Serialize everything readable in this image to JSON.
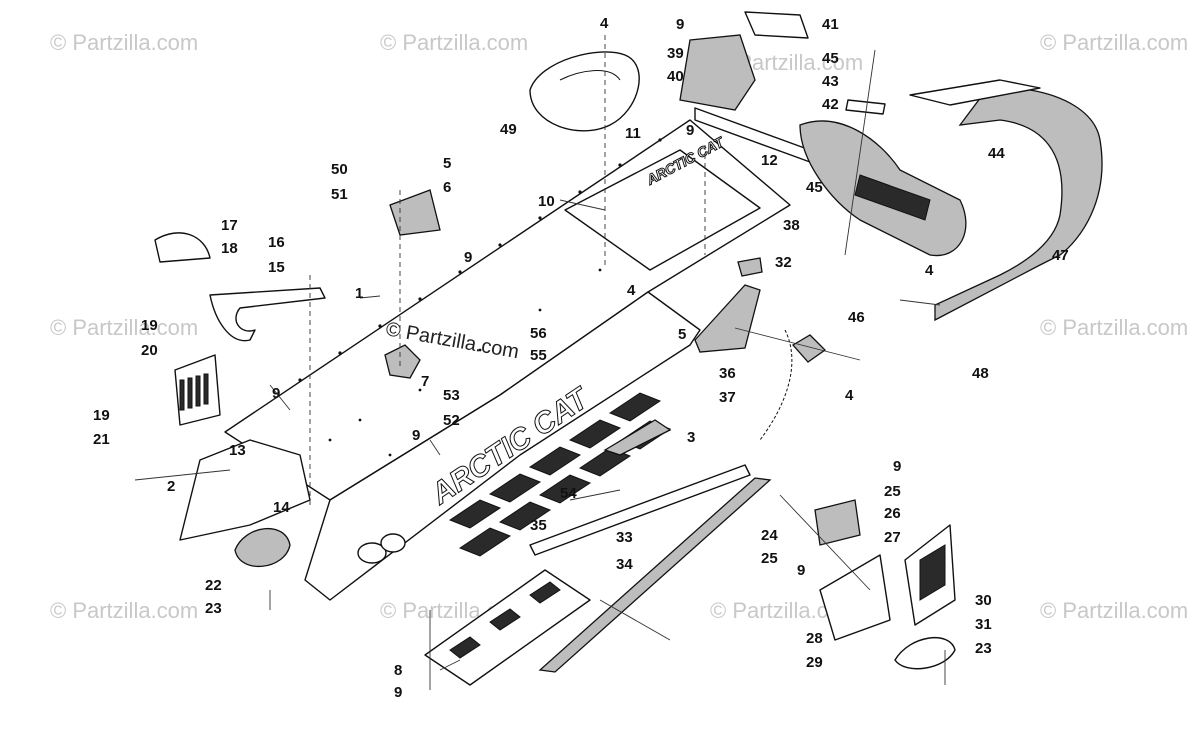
{
  "watermark": {
    "text": "© Partzilla.com",
    "center_text": "© Partzilla.com"
  },
  "branding": {
    "tunnel_logo": "ARCTIC CAT",
    "tunnel_top_logo": "ARCTIC CAT"
  },
  "callouts": [
    {
      "id": "c1",
      "label": "1"
    },
    {
      "id": "c2",
      "label": "2"
    },
    {
      "id": "c3",
      "label": "3"
    },
    {
      "id": "c4a",
      "label": "4"
    },
    {
      "id": "c4b",
      "label": "4"
    },
    {
      "id": "c4c",
      "label": "4"
    },
    {
      "id": "c4d",
      "label": "4"
    },
    {
      "id": "c5a",
      "label": "5"
    },
    {
      "id": "c5b",
      "label": "5"
    },
    {
      "id": "c6",
      "label": "6"
    },
    {
      "id": "c7",
      "label": "7"
    },
    {
      "id": "c8",
      "label": "8"
    },
    {
      "id": "c9a",
      "label": "9"
    },
    {
      "id": "c9b",
      "label": "9"
    },
    {
      "id": "c9c",
      "label": "9"
    },
    {
      "id": "c9d",
      "label": "9"
    },
    {
      "id": "c9e",
      "label": "9"
    },
    {
      "id": "c9f",
      "label": "9"
    },
    {
      "id": "c9g",
      "label": "9"
    },
    {
      "id": "c9h",
      "label": "9"
    },
    {
      "id": "c10",
      "label": "10"
    },
    {
      "id": "c11",
      "label": "11"
    },
    {
      "id": "c12",
      "label": "12"
    },
    {
      "id": "c13",
      "label": "13"
    },
    {
      "id": "c14",
      "label": "14"
    },
    {
      "id": "c15",
      "label": "15"
    },
    {
      "id": "c16",
      "label": "16"
    },
    {
      "id": "c17",
      "label": "17"
    },
    {
      "id": "c18",
      "label": "18"
    },
    {
      "id": "c19a",
      "label": "19"
    },
    {
      "id": "c19b",
      "label": "19"
    },
    {
      "id": "c20",
      "label": "20"
    },
    {
      "id": "c21",
      "label": "21"
    },
    {
      "id": "c22",
      "label": "22"
    },
    {
      "id": "c23a",
      "label": "23"
    },
    {
      "id": "c23b",
      "label": "23"
    },
    {
      "id": "c24",
      "label": "24"
    },
    {
      "id": "c25a",
      "label": "25"
    },
    {
      "id": "c25b",
      "label": "25"
    },
    {
      "id": "c26",
      "label": "26"
    },
    {
      "id": "c27",
      "label": "27"
    },
    {
      "id": "c28",
      "label": "28"
    },
    {
      "id": "c29",
      "label": "29"
    },
    {
      "id": "c30",
      "label": "30"
    },
    {
      "id": "c31",
      "label": "31"
    },
    {
      "id": "c32",
      "label": "32"
    },
    {
      "id": "c33",
      "label": "33"
    },
    {
      "id": "c34",
      "label": "34"
    },
    {
      "id": "c35",
      "label": "35"
    },
    {
      "id": "c36",
      "label": "36"
    },
    {
      "id": "c37",
      "label": "37"
    },
    {
      "id": "c38",
      "label": "38"
    },
    {
      "id": "c39",
      "label": "39"
    },
    {
      "id": "c40",
      "label": "40"
    },
    {
      "id": "c41",
      "label": "41"
    },
    {
      "id": "c42",
      "label": "42"
    },
    {
      "id": "c43",
      "label": "43"
    },
    {
      "id": "c44",
      "label": "44"
    },
    {
      "id": "c45a",
      "label": "45"
    },
    {
      "id": "c45b",
      "label": "45"
    },
    {
      "id": "c46",
      "label": "46"
    },
    {
      "id": "c47",
      "label": "47"
    },
    {
      "id": "c48",
      "label": "48"
    },
    {
      "id": "c49",
      "label": "49"
    },
    {
      "id": "c50",
      "label": "50"
    },
    {
      "id": "c51",
      "label": "51"
    },
    {
      "id": "c52",
      "label": "52"
    },
    {
      "id": "c53",
      "label": "53"
    },
    {
      "id": "c54",
      "label": "54"
    },
    {
      "id": "c55",
      "label": "55"
    },
    {
      "id": "c56",
      "label": "56"
    }
  ]
}
